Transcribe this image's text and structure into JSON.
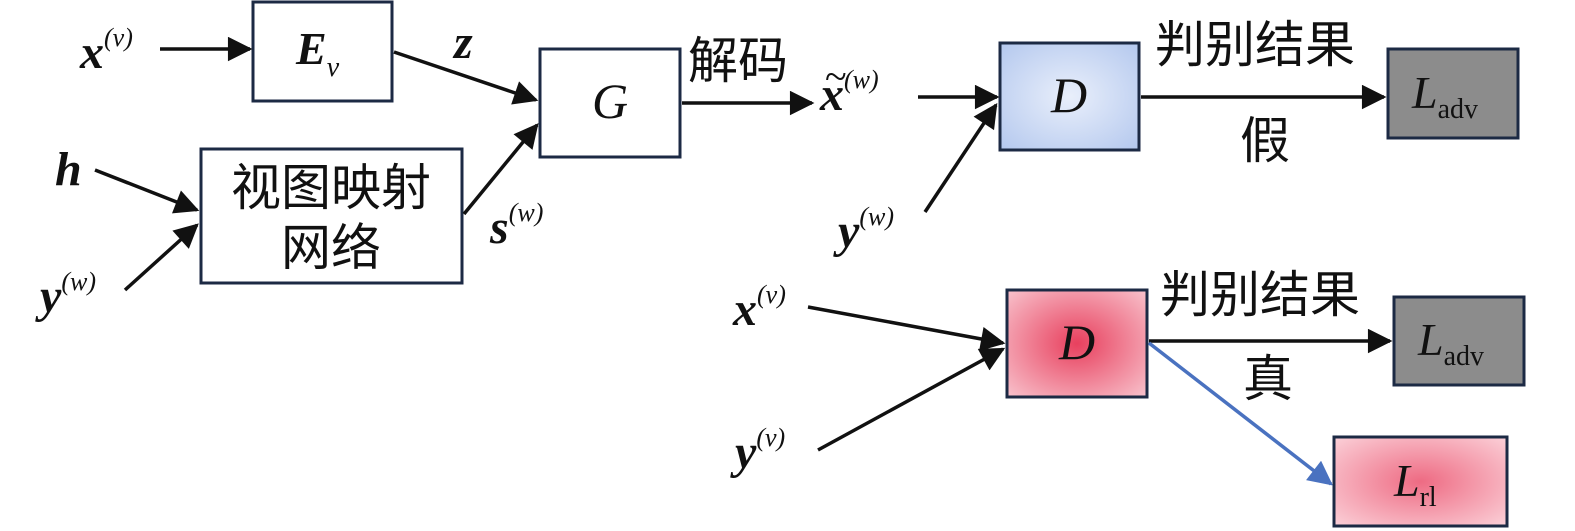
{
  "colors": {
    "box_stroke": "#1c2a44",
    "arrow": "#111111",
    "arrow_blue": "#4a72c0",
    "disc_fake_fill": "#b9cdef",
    "disc_real_fill": "#ef6f86",
    "loss_rl_fill": "#f2889b",
    "loss_adv_fill": "#8c8c8c"
  },
  "inputs": {
    "x_v": {
      "base": "x",
      "sup": "(v)"
    },
    "h": {
      "base": "h"
    },
    "y_w": {
      "base": "y",
      "sup": "(w)"
    }
  },
  "encoder": {
    "base": "E",
    "sub": "v"
  },
  "view_mapping": {
    "line1": "视图映射",
    "line2": "网络"
  },
  "signals": {
    "z": "z",
    "s_w": {
      "base": "s",
      "sup": "(w)"
    }
  },
  "generator": {
    "label": "G"
  },
  "decode_label": "解码",
  "generated": {
    "base": "x",
    "tilde": "~",
    "sup": "(w)"
  },
  "discriminator_fake": {
    "label": "D",
    "cond": {
      "base": "y",
      "sup": "(w)"
    },
    "result_label": "判别结果",
    "verdict": "假",
    "loss": {
      "base": "L",
      "sub": "adv"
    }
  },
  "discriminator_real": {
    "label": "D",
    "input_x": {
      "base": "x",
      "sup": "(v)"
    },
    "input_y": {
      "base": "y",
      "sup": "(v)"
    },
    "result_label": "判别结果",
    "verdict": "真",
    "loss_adv": {
      "base": "L",
      "sub": "adv"
    },
    "loss_rl": {
      "base": "L",
      "sub": "rl"
    }
  }
}
